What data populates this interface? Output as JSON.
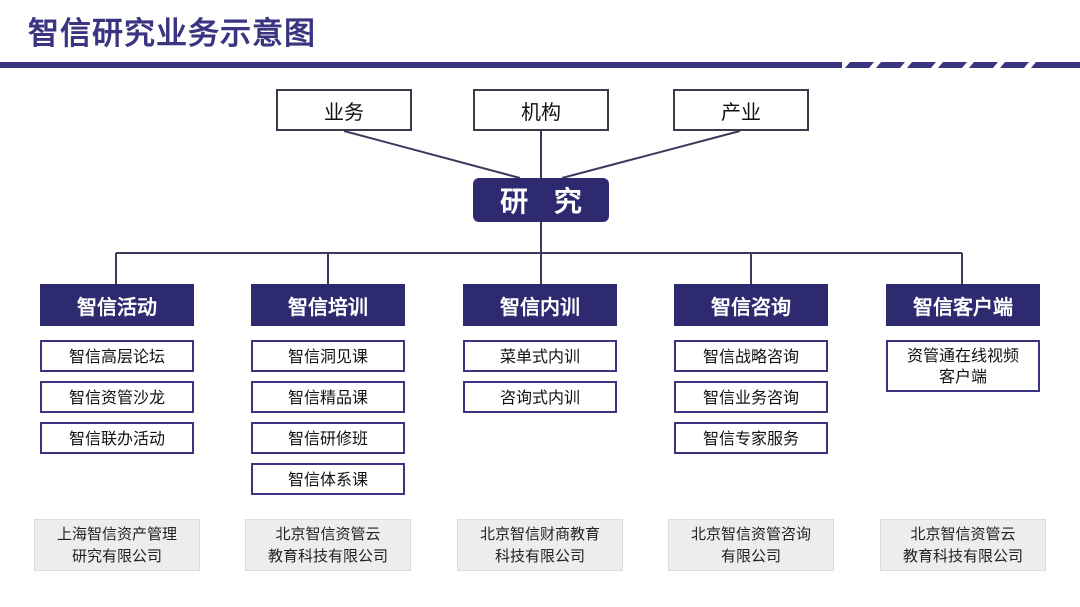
{
  "page_title": "智信研究业务示意图",
  "colors": {
    "primary": "#2d2a70",
    "accent": "#3a3580",
    "company_bg": "#ededed"
  },
  "top_nodes": [
    "业务",
    "机构",
    "产业"
  ],
  "center_node": "研 究",
  "columns": [
    {
      "title": "智信活动",
      "items": [
        "智信高层论坛",
        "智信资管沙龙",
        "智信联办活动"
      ],
      "company": [
        "上海智信资产管理",
        "研究有限公司"
      ]
    },
    {
      "title": "智信培训",
      "items": [
        "智信洞见课",
        "智信精品课",
        "智信研修班",
        "智信体系课"
      ],
      "company": [
        "北京智信资管云",
        "教育科技有限公司"
      ]
    },
    {
      "title": "智信内训",
      "items": [
        "菜单式内训",
        "咨询式内训"
      ],
      "company": [
        "北京智信财商教育",
        "科技有限公司"
      ]
    },
    {
      "title": "智信咨询",
      "items": [
        "智信战略咨询",
        "智信业务咨询",
        "智信专家服务"
      ],
      "company": [
        "北京智信资管咨询",
        "有限公司"
      ]
    },
    {
      "title": "智信客户端",
      "items": [
        [
          "资管通在线视频",
          "客户端"
        ]
      ],
      "company": [
        "北京智信资管云",
        "教育科技有限公司"
      ]
    }
  ]
}
